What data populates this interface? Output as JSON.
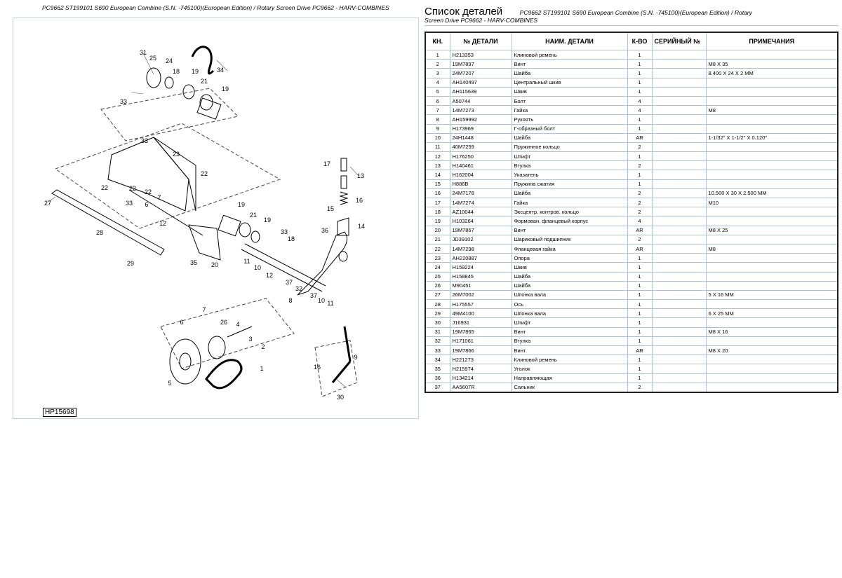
{
  "diagram": {
    "title": "PC9662 ST199101 S690 European Combine (S.N. -745100)(European Edition) / Rotary Screen Drive PC9662 - HARV-COMBINES",
    "figure_id": "HP15698",
    "callouts": [
      "31",
      "25",
      "24",
      "18",
      "19",
      "34",
      "21",
      "19",
      "33",
      "33",
      "23",
      "22",
      "22",
      "22",
      "22",
      "17",
      "13",
      "16",
      "15",
      "14",
      "36",
      "27",
      "33",
      "6",
      "7",
      "12",
      "19",
      "21",
      "19",
      "33",
      "18",
      "28",
      "35",
      "20",
      "11",
      "10",
      "12",
      "37",
      "32",
      "8",
      "37",
      "10",
      "11",
      "29",
      "7",
      "6",
      "26",
      "4",
      "3",
      "2",
      "5",
      "1",
      "9",
      "16",
      "30"
    ]
  },
  "parts": {
    "heading": "Список деталей",
    "subtitle_line1": "PC9662 ST199101 S690 European Combine (S.N. -745100)(European Edition) / Rotary",
    "subtitle_line2": "Screen Drive PC9662 - HARV-COMBINES",
    "columns": [
      "КН.",
      "№ ДЕТАЛИ",
      "НАИМ. ДЕТАЛИ",
      "К-ВО",
      "СЕРИЙНЫЙ №",
      "ПРИМЕЧАНИЯ"
    ],
    "rows": [
      [
        "1",
        "H213353",
        "Клиновой ремень",
        "1",
        "",
        ""
      ],
      [
        "2",
        "19M7897",
        "Винт",
        "1",
        "",
        "M8 X 35"
      ],
      [
        "3",
        "24M7207",
        "Шайба",
        "1",
        "",
        "8.400 X 24 X 2 MM"
      ],
      [
        "4",
        "AH140497",
        "Центральный шкив",
        "1",
        "",
        ""
      ],
      [
        "5",
        "AH115639",
        "Шкив",
        "1",
        "",
        ""
      ],
      [
        "6",
        "A50744",
        "Болт",
        "4",
        "",
        ""
      ],
      [
        "7",
        "14M7273",
        "Гайка",
        "4",
        "",
        "M8"
      ],
      [
        "8",
        "AH159992",
        "Рукоять",
        "1",
        "",
        ""
      ],
      [
        "9",
        "H173969",
        "Г-образный болт",
        "1",
        "",
        ""
      ],
      [
        "10",
        "24H1448",
        "Шайба",
        "AR",
        "",
        "1-1/32\" X 1-1/2\" X 0.120\""
      ],
      [
        "11",
        "40M7259",
        "Пружинное кольцо",
        "2",
        "",
        ""
      ],
      [
        "12",
        "H176250",
        "Штифт",
        "1",
        "",
        ""
      ],
      [
        "13",
        "H140461",
        "Втулка",
        "2",
        "",
        ""
      ],
      [
        "14",
        "H162004",
        "Указатель",
        "1",
        "",
        ""
      ],
      [
        "15",
        "H886B",
        "Пружина сжатия",
        "1",
        "",
        ""
      ],
      [
        "16",
        "24M7178",
        "Шайба",
        "2",
        "",
        "10.500 X 30 X 2.500 MM"
      ],
      [
        "17",
        "14M7274",
        "Гайка",
        "2",
        "",
        "M10"
      ],
      [
        "18",
        "AZ10044",
        "Эксцентр. контров. кольцо",
        "2",
        "",
        ""
      ],
      [
        "19",
        "H103264",
        "Формован. фланцевый корпус",
        "4",
        "",
        ""
      ],
      [
        "20",
        "19M7867",
        "Винт",
        "AR",
        "",
        "M8 X 25"
      ],
      [
        "21",
        "JD39102",
        "Шариковый подшипник",
        "2",
        "",
        ""
      ],
      [
        "22",
        "14M7298",
        "Фланцевая гайка",
        "AR",
        "",
        "M8"
      ],
      [
        "23",
        "AH220887",
        "Опора",
        "1",
        "",
        ""
      ],
      [
        "24",
        "H159224",
        "Шкив",
        "1",
        "",
        ""
      ],
      [
        "25",
        "H158845",
        "Шайба",
        "1",
        "",
        ""
      ],
      [
        "26",
        "M90451",
        "Шайба",
        "1",
        "",
        ""
      ],
      [
        "27",
        "26M7002",
        "Шпонка вала",
        "1",
        "",
        "5 X 16 MM"
      ],
      [
        "28",
        "H175557",
        "Ось",
        "1",
        "",
        ""
      ],
      [
        "29",
        "49M4100",
        "Шпонка вала",
        "1",
        "",
        "6 X 25 MM"
      ],
      [
        "30",
        "J16931",
        "Штифт",
        "1",
        "",
        ""
      ],
      [
        "31",
        "19M7865",
        "Винт",
        "1",
        "",
        "M8 X 16"
      ],
      [
        "32",
        "H171061",
        "Втулка",
        "1",
        "",
        ""
      ],
      [
        "33",
        "19M7866",
        "Винт",
        "AR",
        "",
        "M8 X 20"
      ],
      [
        "34",
        "H221273",
        "Клиновой ремень",
        "1",
        "",
        ""
      ],
      [
        "35",
        "H215974",
        "Уголок",
        "1",
        "",
        ""
      ],
      [
        "36",
        "H134214",
        "Направляющая",
        "1",
        "",
        ""
      ],
      [
        "37",
        "AA5607R",
        "Сальник",
        "2",
        "",
        ""
      ]
    ]
  }
}
